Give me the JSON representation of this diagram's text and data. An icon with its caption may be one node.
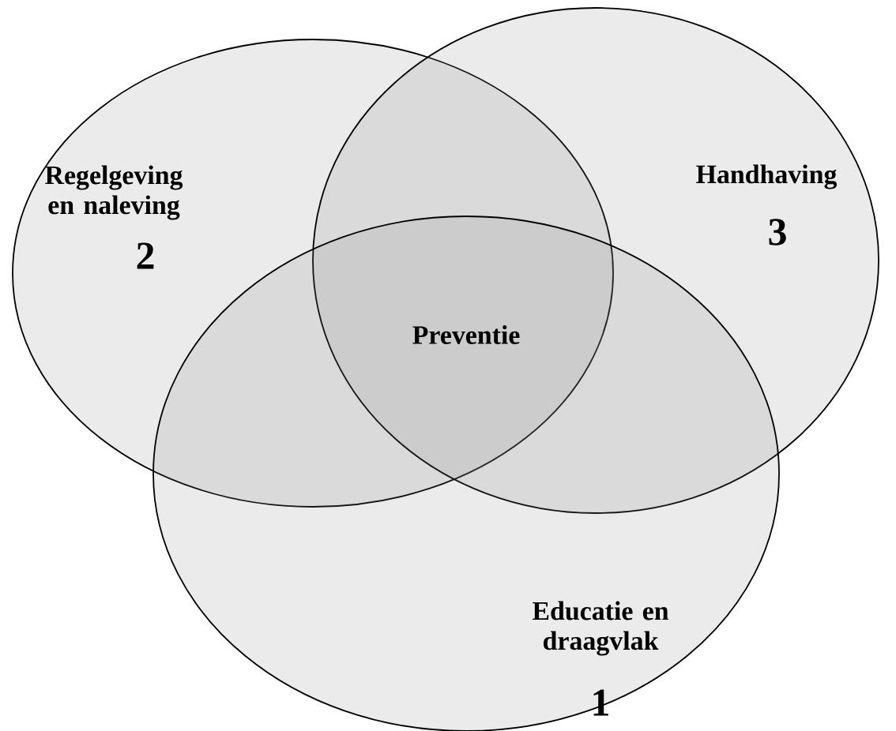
{
  "diagram": {
    "nodes": [
      {
        "text": [
          "Regelgeving en naleving",
          "2"
        ]
      },
      {
        "text": [
          "Handhaving",
          "3"
        ]
      },
      {
        "text": [
          "Educatie en draagvlak",
          "1"
        ]
      }
    ],
    "labels": [
      "Preventie"
    ]
  }
}
